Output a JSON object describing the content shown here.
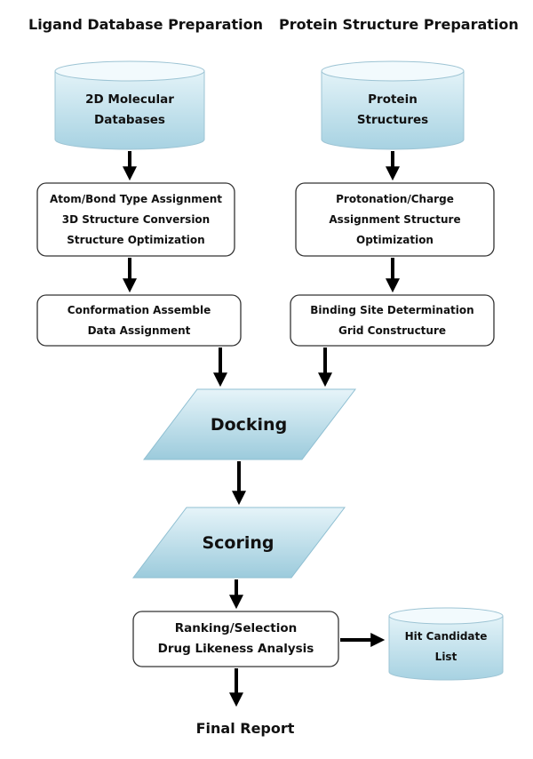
{
  "headings": {
    "ligand": "Ligand Database Preparation",
    "protein": "Protein Structure Preparation"
  },
  "nodes": {
    "mol_db": {
      "lines": [
        "2D Molecular",
        "Databases"
      ]
    },
    "protein_struct": {
      "lines": [
        "Protein",
        "Structures"
      ]
    },
    "atom_bond": {
      "lines": [
        "Atom/Bond Type Assignment",
        "3D Structure Conversion",
        "Structure Optimization"
      ]
    },
    "protonation": {
      "lines": [
        "Protonation/Charge",
        "Assignment Structure",
        "Optimization"
      ]
    },
    "conformation": {
      "lines": [
        "Conformation Assemble",
        "Data Assignment"
      ]
    },
    "binding": {
      "lines": [
        "Binding Site Determination",
        "Grid Constructure"
      ]
    },
    "docking": {
      "lines": [
        "Docking"
      ]
    },
    "scoring": {
      "lines": [
        "Scoring"
      ]
    },
    "ranking": {
      "lines": [
        "Ranking/Selection",
        "Drug Likeness Analysis"
      ]
    },
    "hit": {
      "lines": [
        "Hit Candidate",
        "List"
      ]
    },
    "final": {
      "lines": [
        "Final Report"
      ]
    }
  },
  "colors": {
    "cylinder_top": "#dcf0f6",
    "cylinder_bottom": "#a9d3e3",
    "box_border": "#333333",
    "arrow": "#000000"
  }
}
